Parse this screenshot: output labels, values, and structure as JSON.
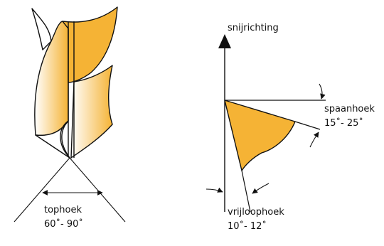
{
  "labels": {
    "cutting_direction": "snijrichting",
    "rake_angle": "spaanhoek",
    "rake_angle_range": "15˚- 25˚",
    "clearance_angle": "vrijloophoek",
    "clearance_angle_range": "10˚- 12˚",
    "point_angle": "tophoek",
    "point_angle_range": "60˚- 90˚"
  },
  "colors": {
    "fill": "#F5B335",
    "line": "#111111"
  }
}
